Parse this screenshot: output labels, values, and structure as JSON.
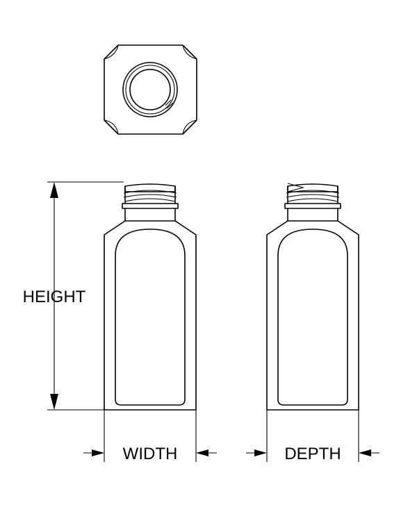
{
  "labels": {
    "height": "HEIGHT",
    "width": "WIDTH",
    "depth": "DEPTH"
  },
  "colors": {
    "line": "#000000",
    "background": "#ffffff"
  }
}
